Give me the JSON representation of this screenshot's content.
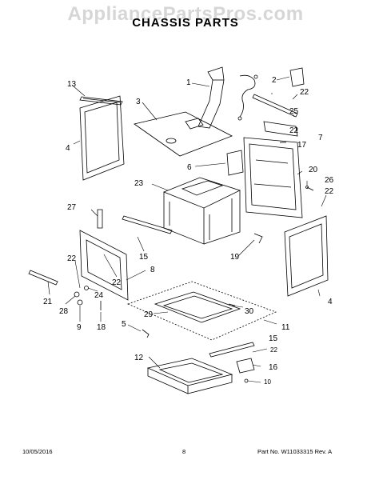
{
  "watermark": "AppliancePartsPros.com",
  "title": "CHASSIS PARTS",
  "footer": {
    "date": "10/05/2016",
    "page": "8",
    "part_no": "Part No. W11033315 Rev. A"
  },
  "callouts": [
    "1",
    "2",
    "3",
    "4",
    "5",
    "6",
    "7",
    "8",
    "9",
    "10",
    "11",
    "12",
    "13",
    "15",
    "16",
    "17",
    "18",
    "19",
    "20",
    "21",
    "22",
    "23",
    "24",
    "25",
    "26",
    "27",
    "28",
    "29",
    "30"
  ]
}
